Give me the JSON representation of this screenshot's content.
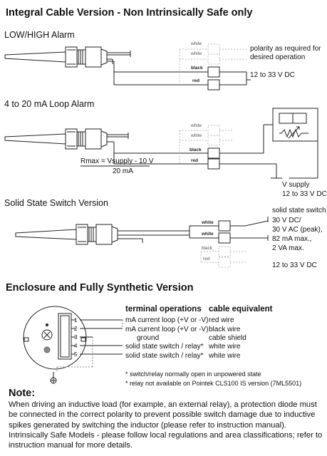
{
  "title": "Integral Cable Version - Non Intrinsically Safe only",
  "low_high": {
    "heading": "LOW/HIGH Alarm",
    "wires": [
      "white",
      "white",
      "black",
      "red"
    ],
    "note1": "polarity as required for",
    "note2": "desired operation",
    "supply": "12 to 33 V DC"
  },
  "loop": {
    "heading": "4 to 20 mA Loop Alarm",
    "wires": [
      "white",
      "white",
      "black",
      "red"
    ],
    "formula_top": "Rmax = Vsupply - 10 V",
    "formula_bottom": "20 mA",
    "vsupply1": "V supply",
    "vsupply2": "12 to 33 V DC"
  },
  "solid": {
    "heading": "Solid State Switch Version",
    "wires": [
      "white",
      "white",
      "black",
      "red"
    ],
    "spec": [
      "solid state switch,",
      "30 V DC/",
      "30 V AC (peak),",
      "82 mA max.,",
      "2 VA max."
    ],
    "supply": "12 to 33 V DC"
  },
  "enclosure": {
    "heading": "Enclosure and Fully Synthetic Version",
    "col1": "terminal operations",
    "col2": "cable equivalent",
    "terminals": [
      "1",
      "2",
      "3",
      "4",
      "5"
    ],
    "rows": [
      {
        "op": "mA current loop (+V or -V)",
        "cable": "red wire"
      },
      {
        "op": "mA current loop (+V or -V)",
        "cable": "black wire"
      },
      {
        "op": "ground",
        "cable": "cable shield"
      },
      {
        "op": "solid state switch / relay*",
        "cable": "white wire"
      },
      {
        "op": "solid state switch / relay*",
        "cable": "white wire"
      }
    ],
    "foot1": "* switch/relay normally open in unpowered state",
    "foot2": "* relay not available on Pointek CLS100 IS version (7ML5501)"
  },
  "note": {
    "heading": "Note:",
    "p1": "When driving an inductive load (for example, an external relay), a protection diode must be connected in the correct polarity to prevent possible switch damage due to inductive spikes generated by switching the inductor (please refer to instruction manual).",
    "p2": "Intrinsically Safe Models - please follow local regulations and area classifications; refer to instruction manual for more details."
  }
}
